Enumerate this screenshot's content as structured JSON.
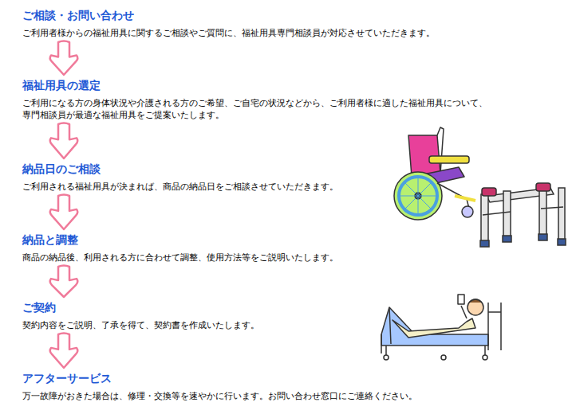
{
  "diagram": {
    "nodes": [
      {
        "text": [
          "ご相談・お問い合わせ",
          "ご利用者様からの福祉用具に関するご相談やご質問に、福祉用具専門相談員が対応させていただきます。"
        ]
      },
      {
        "text": [
          "福祉用具の選定",
          "ご利用になる方の身体状況や介護される方のご希望、ご自宅の状況などから、ご利用者様に適した福祉用具について、 専門相談員が最適な福祉用具をご提案いたします。"
        ]
      },
      {
        "text": [
          "納品日のご相談",
          "ご利用される福祉用具が決まれば、商品の納品日をご相談させていただきます。"
        ]
      },
      {
        "text": [
          "納品と調整",
          "商品の納品後、利用される方に合わせて調整、使用方法等をご説明いたします。"
        ]
      },
      {
        "text": [
          "ご契約",
          "契約内容をご説明、了承を得て、契約書を作成いたします。"
        ]
      },
      {
        "text": [
          "アフターサービス",
          "万一故障がおきた場合は、修理・交換等を速やかに行います。お問い合わせ窓口にご連絡ください。"
        ]
      }
    ],
    "edges": [
      {
        "from": 0,
        "to": 1,
        "arrow": "to"
      },
      {
        "from": 1,
        "to": 2,
        "arrow": "to"
      },
      {
        "from": 2,
        "to": 3,
        "arrow": "to"
      },
      {
        "from": 3,
        "to": 4,
        "arrow": "to"
      },
      {
        "from": 4,
        "to": 5,
        "arrow": "to"
      }
    ]
  }
}
